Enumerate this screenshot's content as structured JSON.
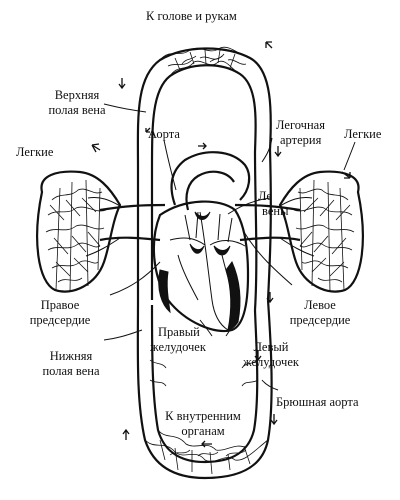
{
  "labels": {
    "head_arms": "К голове и рукам",
    "superior_vena_cava_l1": "Верхняя",
    "superior_vena_cava_l2": "полая вена",
    "aorta": "Аорта",
    "pulmonary_artery_l1": "Легочная",
    "pulmonary_artery_l2": "артерия",
    "lungs_left": "Легкие",
    "lungs_right": "Легкие",
    "pulmonary_veins_l1": "Ле",
    "pulmonary_veins_l2": "вены",
    "right_atrium_l1": "Правое",
    "right_atrium_l2": "предсердие",
    "left_atrium_l1": "Левое",
    "left_atrium_l2": "предсердие",
    "right_ventricle_l1": "Правый",
    "right_ventricle_l2": "желудочек",
    "inferior_vena_cava_l1": "Нижняя",
    "inferior_vena_cava_l2": "полая вена",
    "left_ventricle_l1": "Левый",
    "left_ventricle_l2": "желудочек",
    "abdominal_aorta": "Брюшная аорта",
    "internal_organs_l1": "К внутренним",
    "internal_organs_l2": "органам"
  },
  "colors": {
    "ink": "#111111",
    "background": "#ffffff"
  }
}
